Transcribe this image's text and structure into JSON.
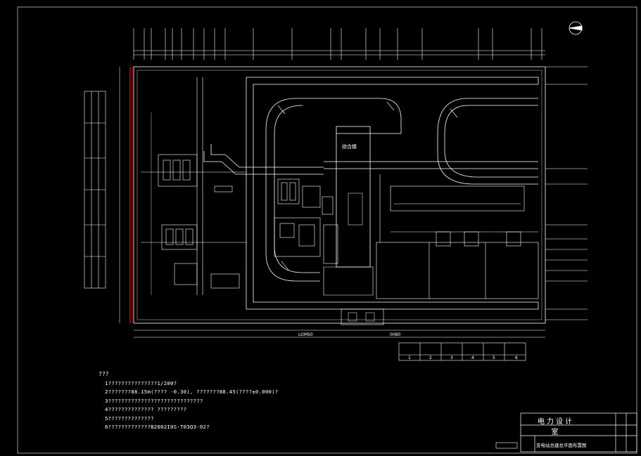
{
  "drawing": {
    "building_label": "综合楼",
    "total_dimension": "LOMS0",
    "small_dimension": "0080"
  },
  "notes": {
    "title": "???",
    "lines": [
      "1???????????????1/200?",
      "2???????88.15m(???? -0.30),      ???????88.45(????±0.000)?",
      "3?????????????????????????????",
      "4??????????????  ?????????",
      "5??????????????",
      "6?????????????B2002I0S-T03Q3-02?"
    ]
  },
  "title_block": {
    "office": "电力设计室",
    "drawing_name": "变电站总建总平面布置图"
  },
  "schedule_table": {
    "index_row": [
      "1",
      "2",
      "3",
      "4",
      "5",
      "6"
    ]
  }
}
